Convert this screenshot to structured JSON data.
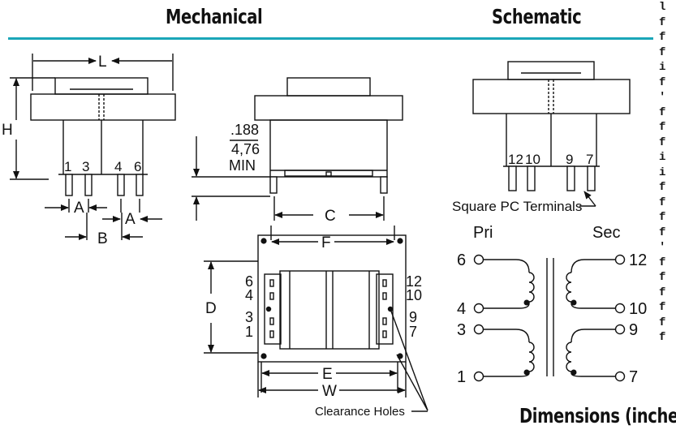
{
  "headings": {
    "mechanical": "Mechanical",
    "schematic": "Schematic",
    "dimensions": "Dimensions (inches)"
  },
  "accent_color": "#1aa6b8",
  "side_view": {
    "dim_L": "L",
    "dim_H": "H",
    "dim_A_left": "A",
    "dim_A_right": "A",
    "dim_B": "B",
    "pins": [
      "1",
      "3",
      "4",
      "6"
    ]
  },
  "front_view": {
    "standoff_inch": ".188",
    "standoff_mm": "4,76",
    "standoff_min": "MIN",
    "dim_C": "C"
  },
  "top_view": {
    "dim_F": "F",
    "dim_D": "D",
    "dim_E": "E",
    "dim_W": "W",
    "left_pins": [
      "6",
      "4",
      "3",
      "1"
    ],
    "right_pins": [
      "12",
      "10",
      "9",
      "7"
    ],
    "clearance_label": "Clearance Holes"
  },
  "schematic_view": {
    "pins": [
      "12",
      "10",
      "9",
      "7"
    ],
    "terminals_label": "Square PC Terminals",
    "primary_label": "Pri",
    "secondary_label": "Sec",
    "pri_pins": [
      "6",
      "4",
      "3",
      "1"
    ],
    "sec_pins": [
      "12",
      "10",
      "9",
      "7"
    ]
  },
  "edge_text": "l f f f i f ' f f f i i f f f f ' f f f f f f"
}
